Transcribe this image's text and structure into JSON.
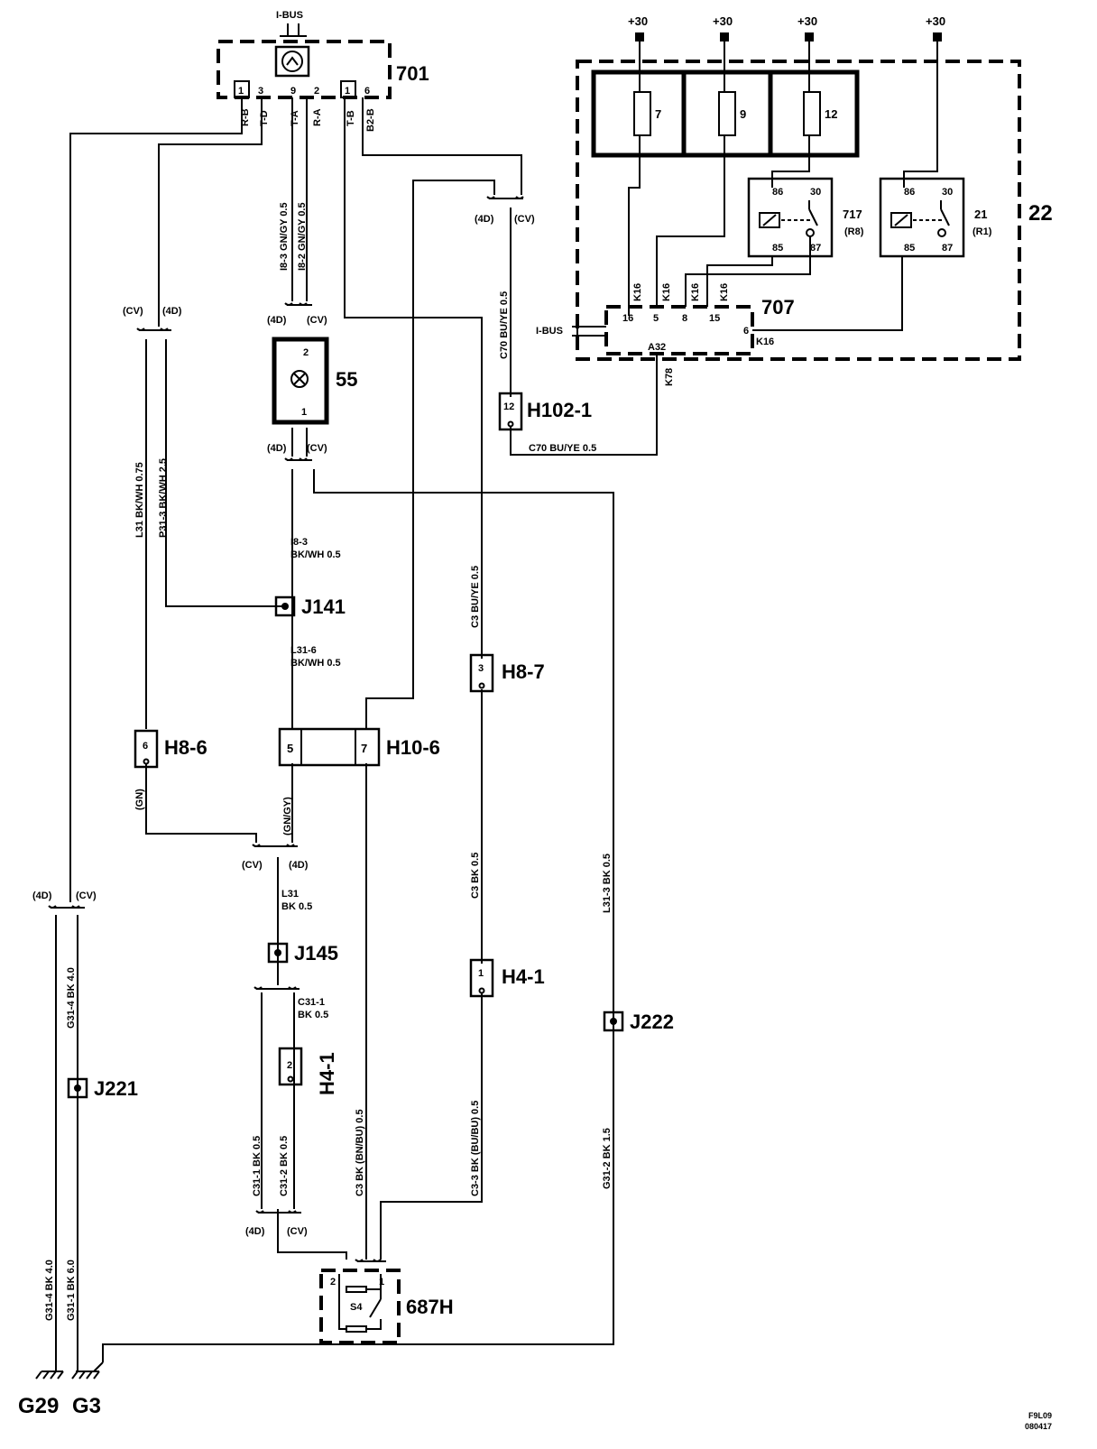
{
  "components": {
    "c701": "701",
    "c22": "22",
    "c707": "707",
    "c717": "717",
    "c717_sub": "(R8)",
    "c21": "21",
    "c21_sub": "(R1)",
    "c55": "55",
    "c687h": "687H",
    "s54": "S4"
  },
  "ibus": "I-BUS",
  "power": "+30",
  "fuses": [
    "7",
    "9",
    "12"
  ],
  "relay_pins": {
    "p86": "86",
    "p30": "30",
    "p85": "85",
    "p87": "87"
  },
  "connectors": {
    "h102_1": "H102-1",
    "h102_1_pin": "12",
    "h8_7": "H8-7",
    "h8_7_pin": "3",
    "h8_6": "H8-6",
    "h8_6_pin": "6",
    "h10_6": "H10-6",
    "h10_6_pin_a": "5",
    "h10_6_pin_b": "7",
    "h4_1": "H4-1",
    "h4_1_pin": "1",
    "h4_1b": "H4-1",
    "h4_1b_pin": "2"
  },
  "splices": {
    "j141": "J141",
    "j145": "J145",
    "j221": "J221",
    "j222": "J222"
  },
  "grounds": {
    "g29": "G29",
    "g3": "G3"
  },
  "variants": {
    "d4": "(4D)",
    "cv": "(CV)"
  },
  "pins701": {
    "p1": "1",
    "p3": "3",
    "p9": "9",
    "p2": "2",
    "p1b": "1",
    "p6": "6"
  },
  "wires701": {
    "rb": "R-B",
    "td": "T-D",
    "ta": "T-A",
    "ra": "R-A",
    "tb": "T-B",
    "b2b": "B2-B"
  },
  "pins707": {
    "p16": "16",
    "p5": "5",
    "p8": "8",
    "p15": "15",
    "p6": "6",
    "a32": "A32",
    "k16": "K16",
    "k78": "K78"
  },
  "lamp_pins": {
    "p2": "2",
    "p1": "1"
  },
  "sw_pins": {
    "p2": "2",
    "p1": "1"
  },
  "wire_labels": {
    "i8_3": "I8-3 GN/GY  0.5",
    "i8_2": "I8-2 GN/GY  0.5",
    "c70_v": "C70  BU/YE  0.5",
    "c70_h": "C70   BU/YE     0.5",
    "l31_bkwh": "L31  BK/WH  0.75",
    "p31_3": "P31-3   BK/WH   2.5",
    "i8_3b_a": "I8-3",
    "i8_3b_b": "BK/WH   0.5",
    "l31_6_a": "L31-6",
    "l31_6_b": "BK/WH   0.5",
    "c3_buye": "C3  BU/YE  0.5",
    "gn": "(GN)",
    "gngy": "(GN/GY)",
    "l31_a": "L31",
    "l31_b": "BK  0.5",
    "c3_bk": "C3  BK  0.5",
    "l31_3": "L31-3      BK  0.5",
    "c31_1a": "C31-1",
    "c31_1b": "BK 0.5",
    "g31_4_top": "G31-4  BK  4.0",
    "c3_bnbu": "C3  BK   (BN/BU)      0.5",
    "c3_3": "C3-3    BK   (BU/BU)       0.5",
    "g31_2": "G31-2      BK  1.5",
    "c31_1v": "C31-1     BK  0.5",
    "c31_2v": "C31-2     BK  0.5",
    "g31_4_bot": "G31-4  BK  4.0",
    "g31_1": "G31-1  BK  6.0"
  },
  "footer": {
    "line1": "F9L09",
    "line2": "080417"
  }
}
